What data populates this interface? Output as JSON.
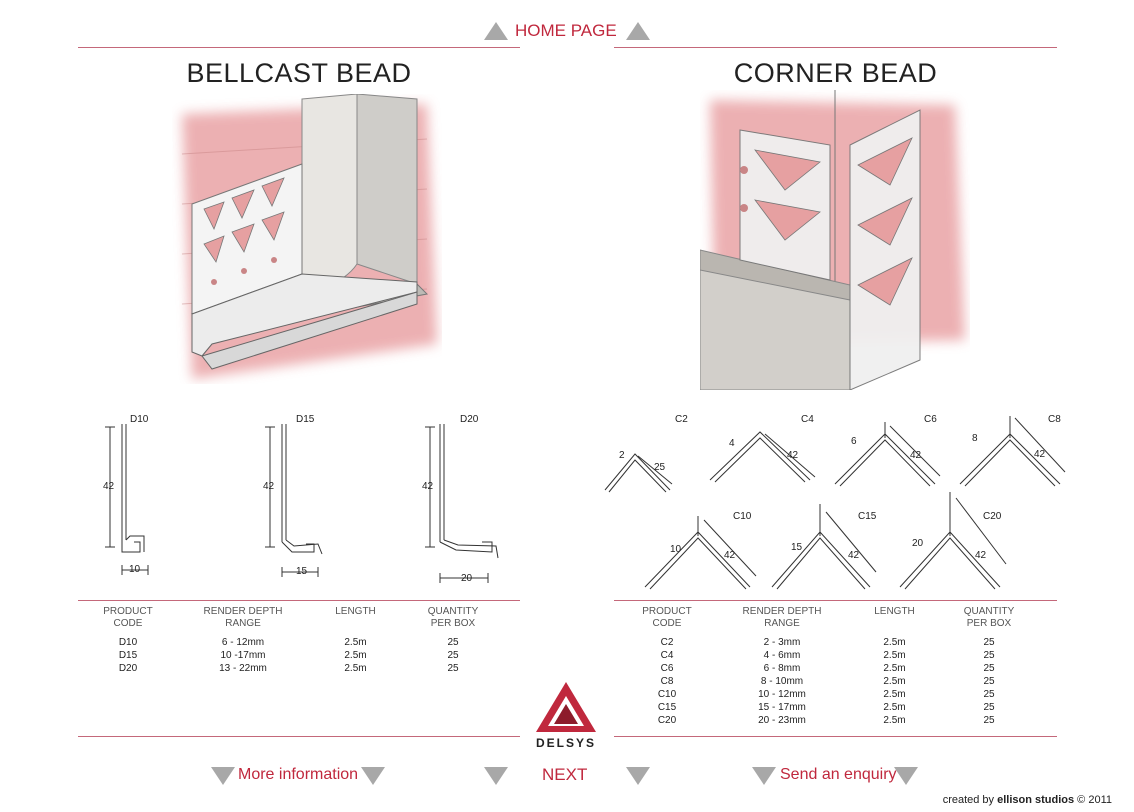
{
  "nav": {
    "home_label": "HOME PAGE",
    "more_info_label": "More information",
    "next_label": "NEXT",
    "enquiry_label": "Send an enquiry"
  },
  "left": {
    "title": "BELLCAST BEAD",
    "profiles": [
      {
        "code": "D10",
        "height": "42",
        "width": "10"
      },
      {
        "code": "D15",
        "height": "42",
        "width": "15"
      },
      {
        "code": "D20",
        "height": "42",
        "width": "20"
      }
    ],
    "table": {
      "headers": [
        "PRODUCT\nCODE",
        "RENDER DEPTH\nRANGE",
        "LENGTH",
        "QUANTITY\nPER BOX"
      ],
      "rows": [
        [
          "D10",
          "6 - 12mm",
          "2.5m",
          "25"
        ],
        [
          "D15",
          "10 -17mm",
          "2.5m",
          "25"
        ],
        [
          "D20",
          "13 - 22mm",
          "2.5m",
          "25"
        ]
      ]
    }
  },
  "right": {
    "title": "CORNER BEAD",
    "profiles": [
      {
        "code": "C2",
        "nose": "2",
        "leg": "25"
      },
      {
        "code": "C4",
        "nose": "4",
        "leg": "42"
      },
      {
        "code": "C6",
        "nose": "6",
        "leg": "42"
      },
      {
        "code": "C8",
        "nose": "8",
        "leg": "42"
      },
      {
        "code": "C10",
        "nose": "10",
        "leg": "42"
      },
      {
        "code": "C15",
        "nose": "15",
        "leg": "42"
      },
      {
        "code": "C20",
        "nose": "20",
        "leg": "42"
      }
    ],
    "table": {
      "headers": [
        "PRODUCT\nCODE",
        "RENDER DEPTH\nRANGE",
        "LENGTH",
        "QUANTITY\nPER BOX"
      ],
      "rows": [
        [
          "C2",
          "2 - 3mm",
          "2.5m",
          "25"
        ],
        [
          "C4",
          "4 - 6mm",
          "2.5m",
          "25"
        ],
        [
          "C6",
          "6 - 8mm",
          "2.5m",
          "25"
        ],
        [
          "C8",
          "8 - 10mm",
          "2.5m",
          "25"
        ],
        [
          "C10",
          "10 - 12mm",
          "2.5m",
          "25"
        ],
        [
          "C15",
          "15 - 17mm",
          "2.5m",
          "25"
        ],
        [
          "C20",
          "20 - 23mm",
          "2.5m",
          "25"
        ]
      ]
    }
  },
  "logo": {
    "name": "DELSYS",
    "color": "#c0283d"
  },
  "credit": {
    "prefix": "created by ",
    "studio": "ellison studios",
    "suffix": " © 2011"
  },
  "colors": {
    "accent": "#c0283d",
    "rule": "#c4687a",
    "arrow": "#a8a8a8",
    "wall": "#e8a0a3"
  }
}
